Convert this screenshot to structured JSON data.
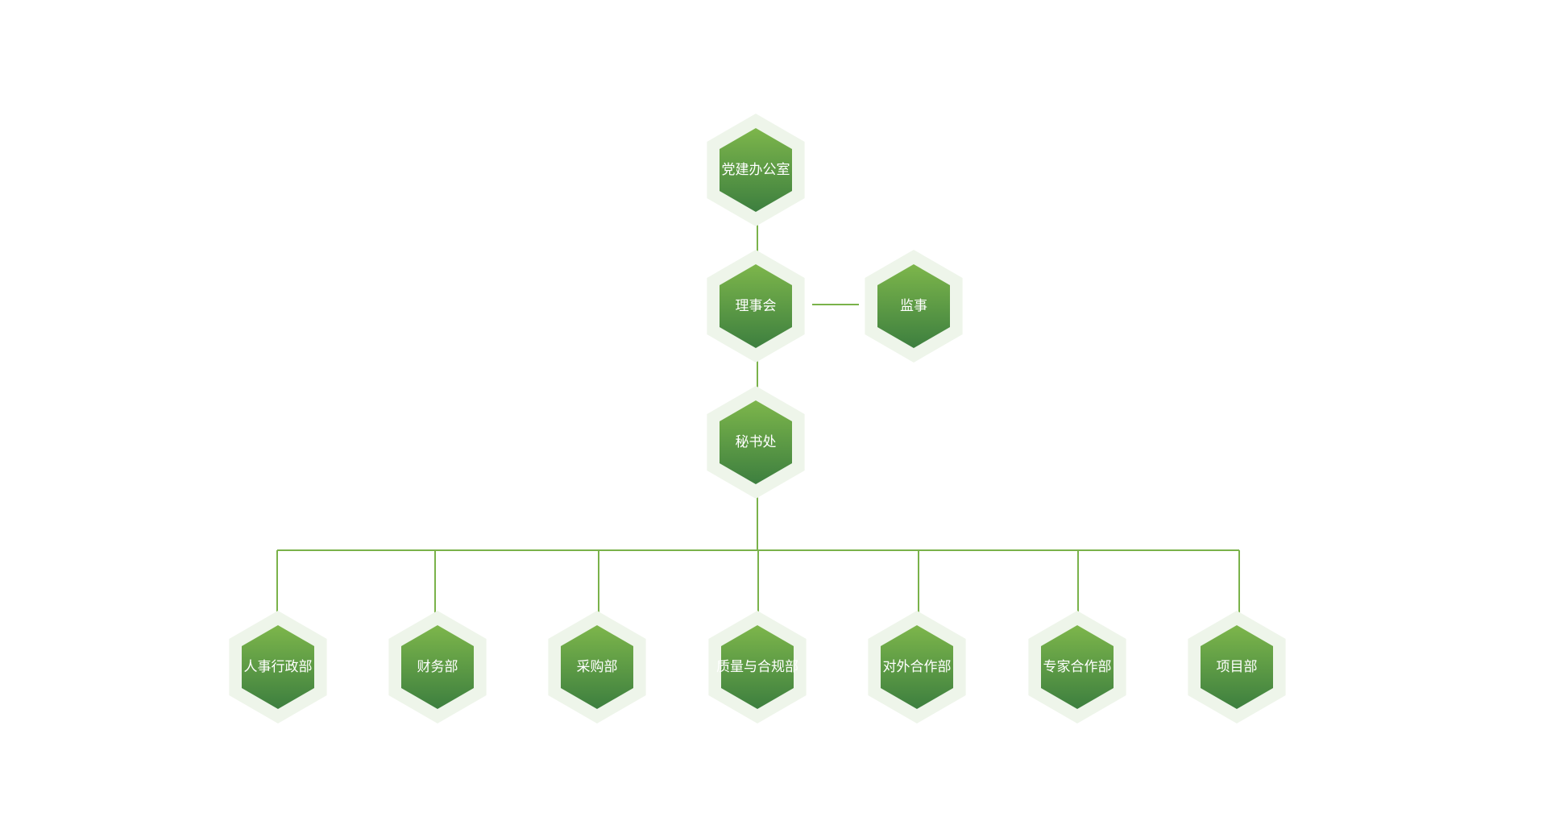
{
  "colors": {
    "line": "#7ab24a",
    "halo": "#eef5ea",
    "hex_top": "#7db64b",
    "hex_bottom": "#3d7f3f",
    "label": "#ffffff"
  },
  "nodes": {
    "party_office": "党建办公室",
    "council": "理事会",
    "supervisor": "监事",
    "secretariat": "秘书处",
    "departments": [
      "人事行政部",
      "财务部",
      "采购部",
      "质量与合规部",
      "对外合作部",
      "专家合作部",
      "项目部"
    ]
  }
}
